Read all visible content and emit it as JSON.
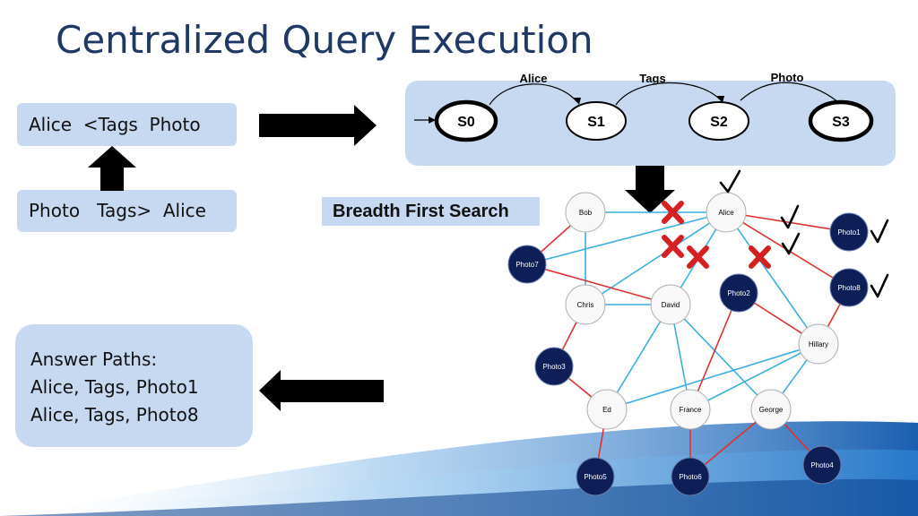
{
  "slide": {
    "title": "Centralized Query Execution"
  },
  "query": {
    "top": "Alice  <Tags  Photo",
    "bottom": "Photo   Tags>  Alice"
  },
  "automaton": {
    "states": [
      "S0",
      "S1",
      "S2",
      "S3"
    ],
    "transitions": [
      "Alice",
      "Tags",
      "Photo"
    ]
  },
  "search": {
    "label": "Breadth First Search"
  },
  "answer": {
    "heading": "Answer Paths:",
    "paths": [
      "Alice, Tags, Photo1",
      "Alice, Tags, Photo8"
    ]
  },
  "graph": {
    "people": [
      "Bob",
      "Alice",
      "Chris",
      "David",
      "Hillary",
      "Ed",
      "France",
      "George"
    ],
    "photos": [
      "Photo1",
      "Photo7",
      "Photo8",
      "Photo2",
      "Photo3",
      "Photo5",
      "Photo6",
      "Photo4"
    ]
  },
  "colors": {
    "title": "#1f3864",
    "box": "#c6d9f1",
    "photo_node": "#0d1f56",
    "tag_edge": "#e03030",
    "friend_edge": "#3aaee0",
    "cross": "#d42020"
  }
}
